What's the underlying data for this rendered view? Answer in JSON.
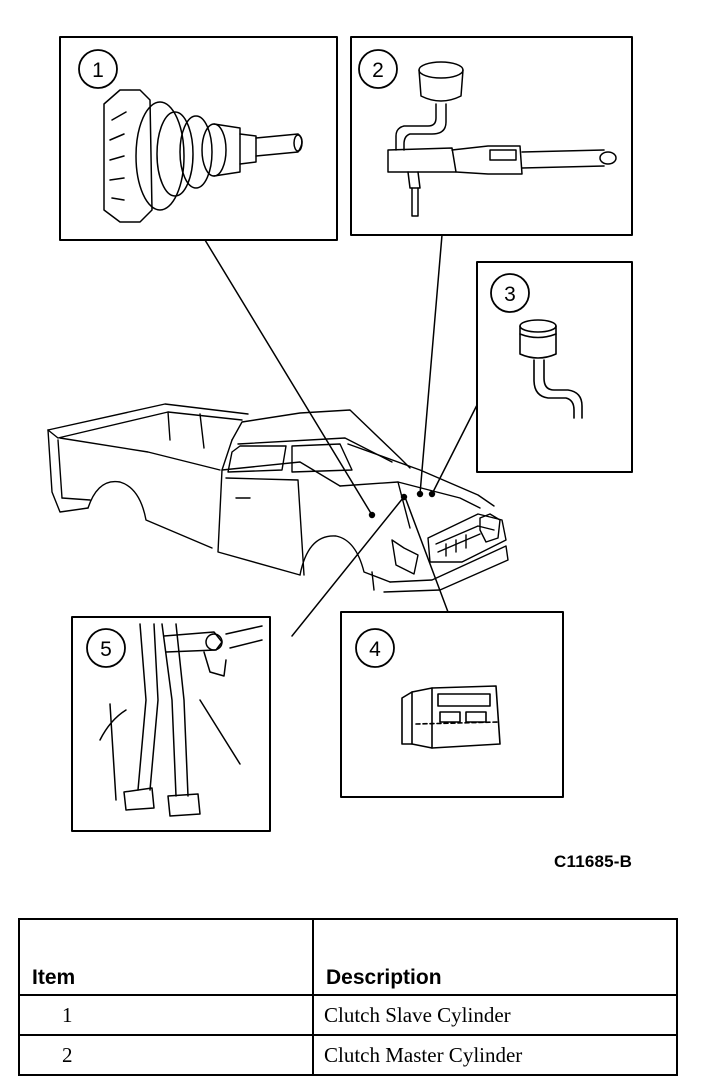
{
  "figure_code": "C11685-B",
  "callouts": [
    {
      "number": "1",
      "component": "clutch-slave-cylinder"
    },
    {
      "number": "2",
      "component": "clutch-master-cylinder"
    },
    {
      "number": "3",
      "component": "reservoir"
    },
    {
      "number": "4",
      "component": "connector"
    },
    {
      "number": "5",
      "component": "clutch-pedal"
    }
  ],
  "legend": {
    "headers": {
      "item": "Item",
      "description": "Description"
    },
    "rows": [
      {
        "item": "1",
        "description": "Clutch Slave Cylinder"
      },
      {
        "item": "2",
        "description": "Clutch Master Cylinder"
      }
    ]
  }
}
